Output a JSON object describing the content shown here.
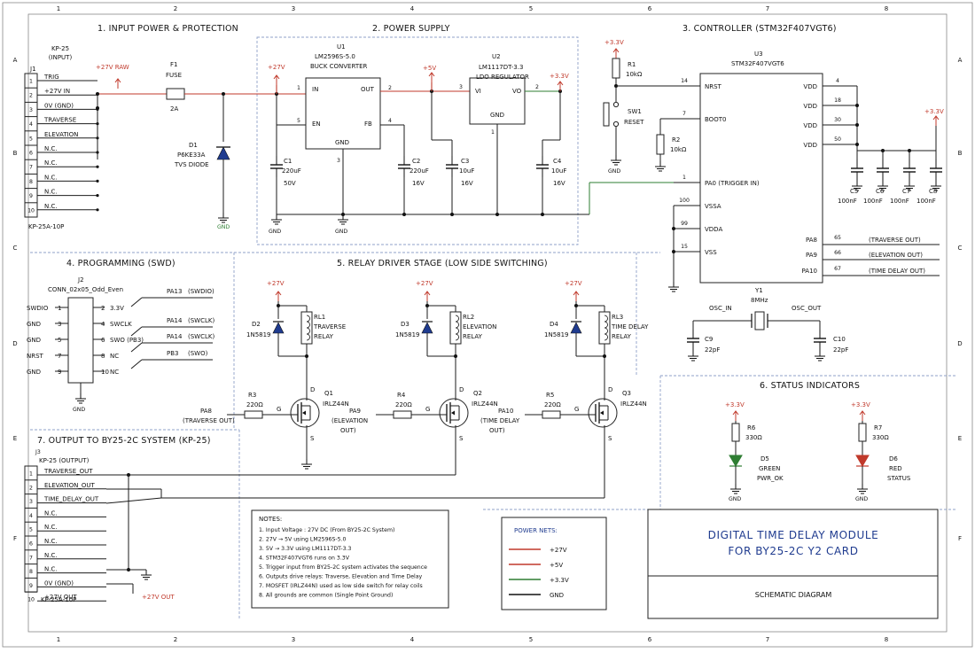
{
  "border": {
    "cols": [
      "1",
      "2",
      "3",
      "4",
      "5",
      "6",
      "7",
      "8"
    ],
    "rows": [
      "A",
      "B",
      "C",
      "D",
      "E",
      "F"
    ]
  },
  "sections": {
    "input": "1. INPUT POWER & PROTECTION",
    "supply": "2. POWER SUPPLY",
    "controller": "3. CONTROLLER (STM32F407VGT6)",
    "programming": "4. PROGRAMMING (SWD)",
    "relay": "5. RELAY DRIVER STAGE (LOW SIDE SWITCHING)",
    "status": "6. STATUS INDICATORS",
    "output": "7. OUTPUT TO BY25-2C SYSTEM (KP-25)"
  },
  "j1": {
    "header": "KP-25",
    "sub": "(INPUT)",
    "ref": "J1",
    "part": "KP-25A-10P",
    "pins": [
      {
        "n": "1",
        "label": "TRIG"
      },
      {
        "n": "2",
        "label": "+27V IN"
      },
      {
        "n": "3",
        "label": "0V (GND)"
      },
      {
        "n": "4",
        "label": "TRAVERSE"
      },
      {
        "n": "5",
        "label": "ELEVATION"
      },
      {
        "n": "6",
        "label": "N.C."
      },
      {
        "n": "7",
        "label": "N.C."
      },
      {
        "n": "8",
        "label": "N.C."
      },
      {
        "n": "9",
        "label": "N.C."
      },
      {
        "n": "10",
        "label": "N.C."
      }
    ]
  },
  "input": {
    "raw": "+27V RAW",
    "fuse_ref": "F1",
    "fuse_name": "FUSE",
    "fuse_val": "2A",
    "d1_ref": "D1",
    "d1_part": "P6KE33A",
    "d1_desc": "TVS DIODE",
    "gnd": "GND"
  },
  "supply": {
    "v27": "+27V",
    "u1_ref": "U1",
    "u1_part": "LM2596S-5.0",
    "u1_desc": "BUCK CONVERTER",
    "u1_in": "IN",
    "u1_out": "OUT",
    "u1_en": "EN",
    "u1_fb": "FB",
    "u1_gnd": "GND",
    "p1": "1",
    "p2": "2",
    "p3": "3",
    "p4": "4",
    "p5": "5",
    "v5": "+5V",
    "u2_ref": "U2",
    "u2_part": "LM1117DT-3.3",
    "u2_desc": "LDO REGULATOR",
    "u2_vi": "VI",
    "u2_vo": "VO",
    "u2_gnd": "GND",
    "v33": "+3.3V",
    "c1": [
      "C1",
      "220uF",
      "50V"
    ],
    "c2": [
      "C2",
      "220uF",
      "16V"
    ],
    "c3": [
      "C3",
      "10uF",
      "16V"
    ],
    "c4": [
      "C4",
      "10uF",
      "16V"
    ],
    "gnd": "GND"
  },
  "controller": {
    "v33": "+3.3V",
    "r1": [
      "R1",
      "10kΩ"
    ],
    "sw1": [
      "SW1",
      "RESET"
    ],
    "r2": [
      "R2",
      "10kΩ"
    ],
    "u3_ref": "U3",
    "u3_part": "STM32F407VGT6",
    "pins_left": [
      {
        "n": "14",
        "label": "NRST"
      },
      {
        "n": "7",
        "label": "BOOT0"
      },
      {
        "n": "1",
        "label": "PA0  (TRIGGER IN)"
      },
      {
        "n": "100",
        "label": "VSSA"
      },
      {
        "n": "99",
        "label": "VDDA"
      },
      {
        "n": "15",
        "label": "VSS"
      }
    ],
    "vdd": [
      {
        "n": "4",
        "label": "VDD"
      },
      {
        "n": "18",
        "label": "VDD"
      },
      {
        "n": "30",
        "label": "VDD"
      },
      {
        "n": "50",
        "label": "VDD"
      }
    ],
    "pa": [
      {
        "n": "65",
        "label": "PA8",
        "net": "(TRAVERSE OUT)"
      },
      {
        "n": "66",
        "label": "PA9",
        "net": "(ELEVATION OUT)"
      },
      {
        "n": "67",
        "label": "PA10",
        "net": "(TIME DELAY OUT)"
      }
    ],
    "caps": [
      {
        "ref": "C5",
        "val": "100nF"
      },
      {
        "ref": "C6",
        "val": "100nF"
      },
      {
        "ref": "C7",
        "val": "100nF"
      },
      {
        "ref": "C8",
        "val": "100nF"
      }
    ],
    "y1": [
      "Y1",
      "8MHz"
    ],
    "osc_in": "OSC_IN",
    "osc_out": "OSC_OUT",
    "c9": [
      "C9",
      "22pF"
    ],
    "c10": [
      "C10",
      "22pF"
    ],
    "gnd": "GND"
  },
  "j2": {
    "ref": "J2",
    "part": "CONN_02x05_Odd_Even",
    "left": [
      {
        "label": "SWDIO",
        "n": "1"
      },
      {
        "label": "GND",
        "n": "3"
      },
      {
        "label": "GND",
        "n": "5"
      },
      {
        "label": "NRST",
        "n": "7"
      },
      {
        "label": "GND",
        "n": "9"
      }
    ],
    "right": [
      {
        "n": "2",
        "label": "3.3V"
      },
      {
        "n": "4",
        "label": "SWCLK"
      },
      {
        "n": "6",
        "label": "SWO (PB3)"
      },
      {
        "n": "8",
        "label": "NC"
      },
      {
        "n": "10",
        "label": "NC"
      }
    ],
    "nets": [
      {
        "pin": "PA13",
        "net": "(SWDIO)"
      },
      {
        "pin": "PA14",
        "net": "(SWCLK)"
      },
      {
        "pin": "PA14",
        "net": "(SWCLK)"
      },
      {
        "pin": "PB3",
        "net": "(SWO)"
      }
    ],
    "gnd": "GND"
  },
  "relay": {
    "v27": "+27V",
    "ch": [
      {
        "d": "D2",
        "dpart": "1N5819",
        "rl": "RL1",
        "rl1": "TRAVERSE",
        "rl2": "RELAY",
        "r": "R3",
        "rv": "220Ω",
        "q": "Q1",
        "qp": "IRLZ44N",
        "in": "PA8",
        "in1": "(TRAVERSE OUT)",
        "in2": ""
      },
      {
        "d": "D3",
        "dpart": "1N5819",
        "rl": "RL2",
        "rl1": "ELEVATION",
        "rl2": "RELAY",
        "r": "R4",
        "rv": "220Ω",
        "q": "Q2",
        "qp": "IRLZ44N",
        "in": "PA9",
        "in1": "(ELEVATION",
        "in2": "OUT)"
      },
      {
        "d": "D4",
        "dpart": "1N5819",
        "rl": "RL3",
        "rl1": "TIME DELAY",
        "rl2": "RELAY",
        "r": "R5",
        "rv": "220Ω",
        "q": "Q3",
        "qp": "IRLZ44N",
        "in": "PA10",
        "in1": "(TIME DELAY",
        "in2": "OUT)"
      }
    ],
    "g": "G",
    "d": "D",
    "s": "S"
  },
  "status": {
    "v33": "+3.3V",
    "r6": [
      "R6",
      "330Ω"
    ],
    "r7": [
      "R7",
      "330Ω"
    ],
    "d5": [
      "D5",
      "GREEN",
      "PWR_OK"
    ],
    "d6": [
      "D6",
      "RED",
      "STATUS"
    ],
    "gnd": "GND",
    "colors": {
      "green": "#2e7d32",
      "red": "#c0392b"
    }
  },
  "j3": {
    "ref": "J3",
    "header": "KP-25 (OUTPUT)",
    "part": "KP-25A-10P",
    "pins": [
      {
        "n": "1",
        "label": "TRAVERSE_OUT"
      },
      {
        "n": "2",
        "label": "ELEVATION_OUT"
      },
      {
        "n": "3",
        "label": "TIME_DELAY_OUT"
      },
      {
        "n": "4",
        "label": "N.C."
      },
      {
        "n": "5",
        "label": "N.C."
      },
      {
        "n": "6",
        "label": "N.C."
      },
      {
        "n": "7",
        "label": "N.C."
      },
      {
        "n": "8",
        "label": "N.C."
      },
      {
        "n": "9",
        "label": "0V (GND)"
      },
      {
        "n": "10",
        "label": "+27V OUT"
      }
    ],
    "out27": "+27V OUT"
  },
  "notes": {
    "title": "NOTES:",
    "items": [
      "1. Input Voltage          : 27V DC (From BY25-2C System)",
      "2. 27V → 5V using LM2596S-5.0",
      "3. 5V → 3.3V using LM1117DT-3.3",
      "4. STM32F407VGT6 runs on 3.3V",
      "5. Trigger input from BY25-2C system activates the sequence",
      "6. Outputs drive relays: Traverse, Elevation and Time Delay",
      "7. MOSFET (IRLZ44N) used as low side switch for relay coils",
      "8. All grounds are common (Single Point Ground)"
    ]
  },
  "power_nets": {
    "title": "POWER NETS:",
    "items": [
      {
        "label": "+27V",
        "color": "#c0392b"
      },
      {
        "label": "+5V",
        "color": "#c0392b"
      },
      {
        "label": "+3.3V",
        "color": "#2e7d32"
      },
      {
        "label": "GND",
        "color": "#111111"
      }
    ]
  },
  "title_block": {
    "line1": "DIGITAL TIME DELAY MODULE",
    "line2": "FOR BY25-2C Y2 CARD",
    "doc": "SCHEMATIC DIAGRAM"
  }
}
